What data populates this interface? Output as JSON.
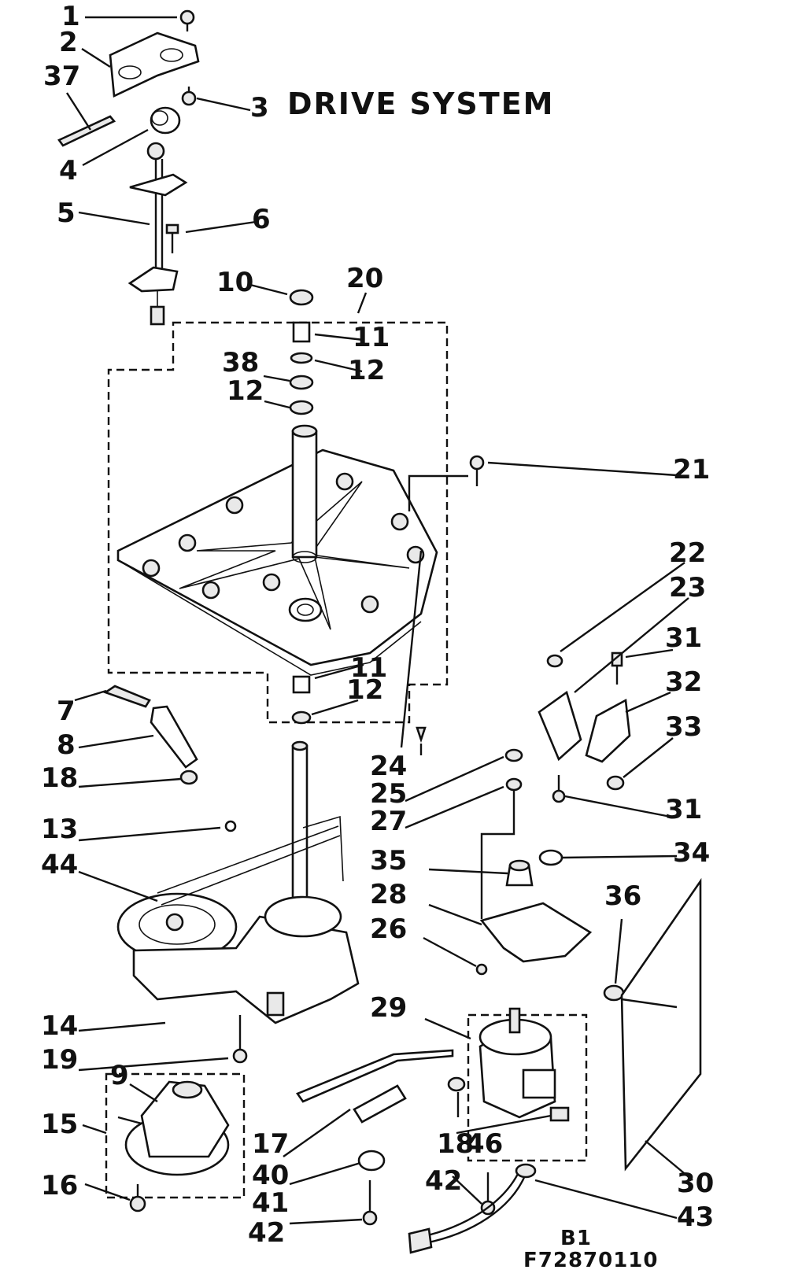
{
  "diagram": {
    "title": "DRIVE SYSTEM",
    "footer_code": "B1",
    "footer_id": "F72870110",
    "callouts": {
      "c1": "1",
      "c2": "2",
      "c3": "3",
      "c4": "4",
      "c5": "5",
      "c6": "6",
      "c7": "7",
      "c8": "8",
      "c9": "9",
      "c10": "10",
      "c11a": "11",
      "c11b": "11",
      "c12a": "12",
      "c12b": "12",
      "c12c": "12",
      "c13": "13",
      "c14": "14",
      "c15": "15",
      "c16": "16",
      "c17": "17",
      "c18a": "18",
      "c18b": "18",
      "c19": "19",
      "c20": "20",
      "c21": "21",
      "c22": "22",
      "c23": "23",
      "c24": "24",
      "c25": "25",
      "c26": "26",
      "c27": "27",
      "c28": "28",
      "c29": "29",
      "c30": "30",
      "c31a": "31",
      "c31b": "31",
      "c32": "32",
      "c33": "33",
      "c34": "34",
      "c35": "35",
      "c36": "36",
      "c37": "37",
      "c38": "38",
      "c40": "40",
      "c41": "41",
      "c42a": "42",
      "c42b": "42",
      "c43": "43",
      "c44": "44",
      "c46": "46"
    }
  }
}
